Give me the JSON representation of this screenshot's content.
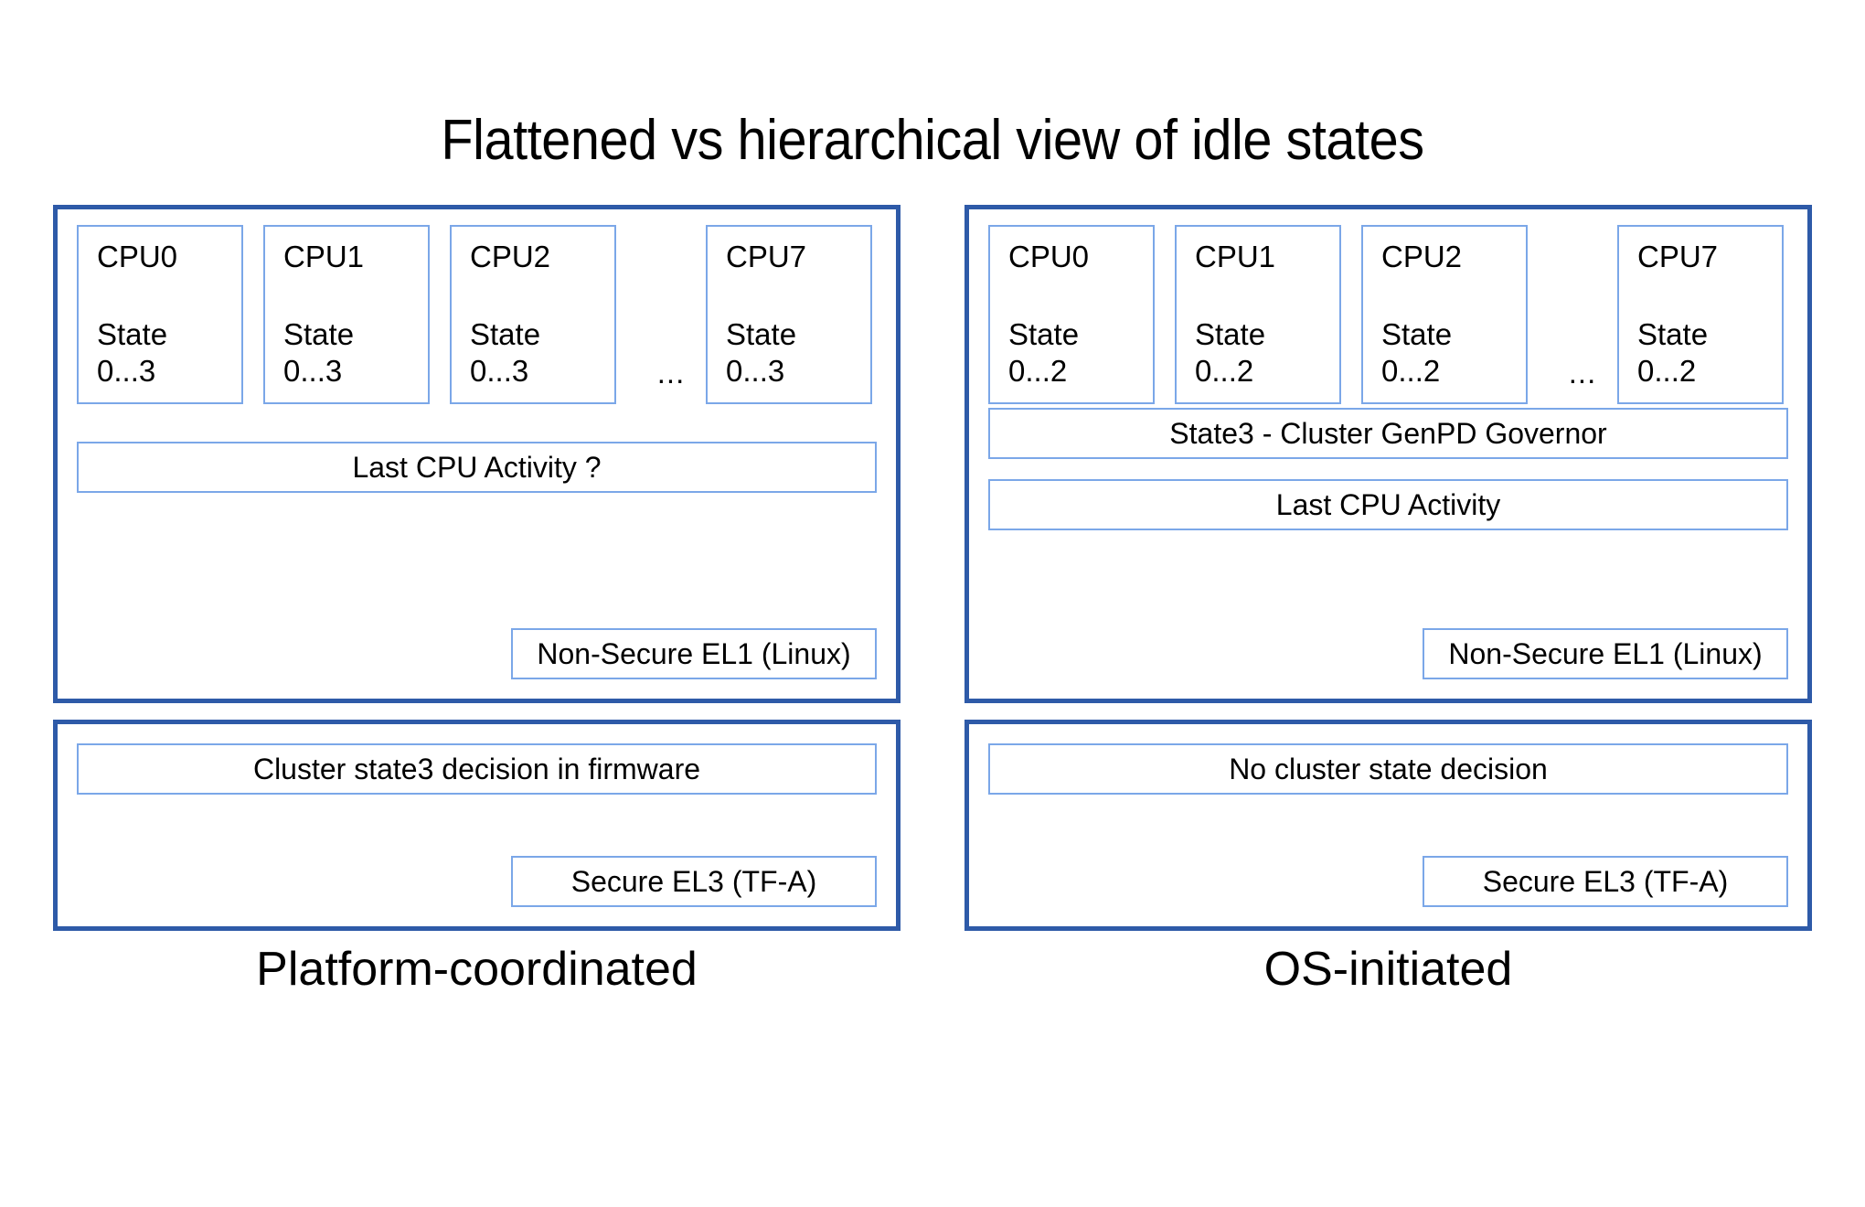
{
  "title": "Flattened vs hierarchical view of idle states",
  "colors": {
    "panel_border": "#2E5AA8",
    "box_border": "#7BA7E8",
    "text": "#000000",
    "background": "#FFFFFF"
  },
  "ellipsis": "...",
  "columns": [
    {
      "id": "platform-coordinated",
      "caption": "Platform-coordinated",
      "os_panel": {
        "cpus": [
          {
            "name": "CPU0",
            "state_label": "State",
            "state_range": "0...3"
          },
          {
            "name": "CPU1",
            "state_label": "State",
            "state_range": "0...3"
          },
          {
            "name": "CPU2",
            "state_label": "State",
            "state_range": "0...3"
          },
          {
            "name": "CPU7",
            "state_label": "State",
            "state_range": "0...3"
          }
        ],
        "bars": [
          {
            "id": "last-cpu-activity",
            "label": "Last CPU Activity ?"
          }
        ],
        "level_tag": "Non-Secure EL1 (Linux)"
      },
      "fw_panel": {
        "bar": "Cluster state3 decision in firmware",
        "level_tag": "Secure EL3 (TF-A)"
      }
    },
    {
      "id": "os-initiated",
      "caption": "OS-initiated",
      "os_panel": {
        "cpus": [
          {
            "name": "CPU0",
            "state_label": "State",
            "state_range": "0...2"
          },
          {
            "name": "CPU1",
            "state_label": "State",
            "state_range": "0...2"
          },
          {
            "name": "CPU2",
            "state_label": "State",
            "state_range": "0...2"
          },
          {
            "name": "CPU7",
            "state_label": "State",
            "state_range": "0...2"
          }
        ],
        "bars": [
          {
            "id": "cluster-governor",
            "label": "State3 - Cluster GenPD Governor"
          },
          {
            "id": "last-cpu-activity",
            "label": "Last CPU Activity"
          }
        ],
        "level_tag": "Non-Secure EL1 (Linux)"
      },
      "fw_panel": {
        "bar": "No cluster state decision",
        "level_tag": "Secure EL3 (TF-A)"
      }
    }
  ]
}
